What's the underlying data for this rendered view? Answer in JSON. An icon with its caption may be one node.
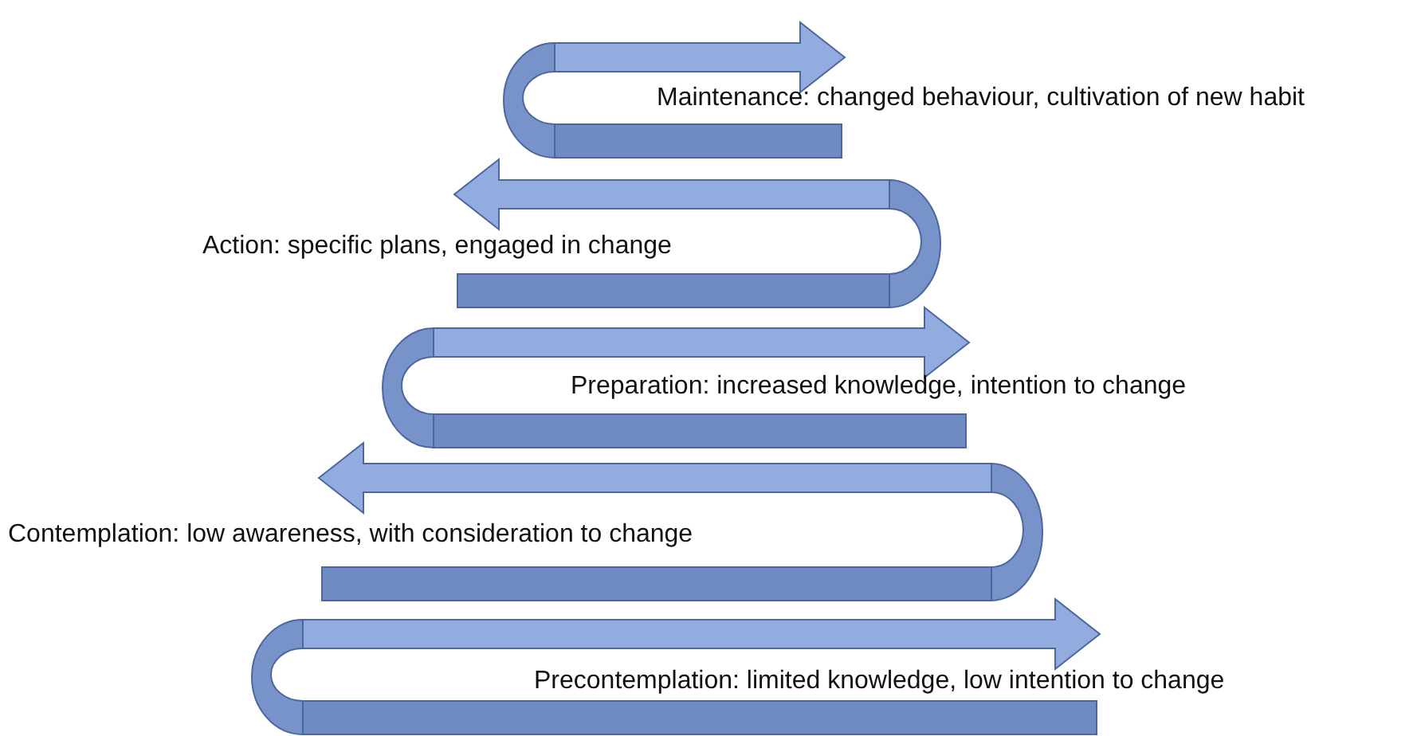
{
  "diagram": {
    "labels": [
      "Maintenance: changed behaviour, cultivation of new habit",
      "Action: specific plans, engaged in change",
      "Preparation: increased knowledge, intention to change",
      "Contemplation: low awareness, with consideration to change",
      "Precontemplation: limited knowledge, low intention to change"
    ]
  }
}
